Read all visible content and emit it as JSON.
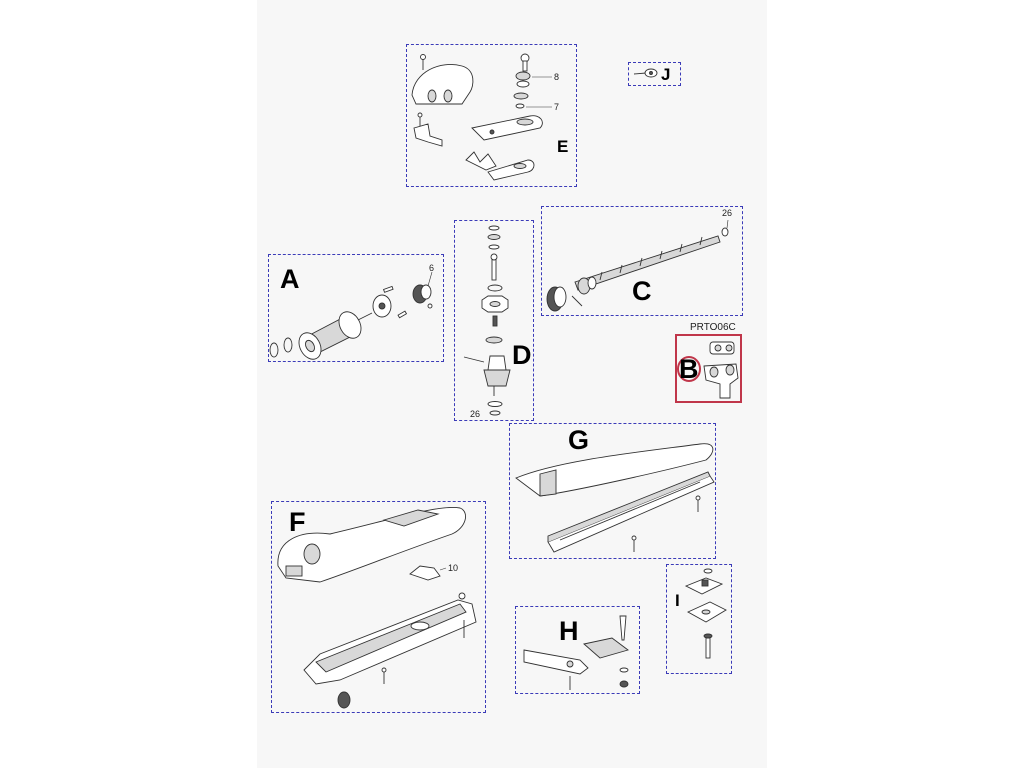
{
  "diagram": {
    "groups": [
      {
        "id": "E",
        "label": "E"
      },
      {
        "id": "J",
        "label": "J"
      },
      {
        "id": "A",
        "label": "A"
      },
      {
        "id": "D",
        "label": "D"
      },
      {
        "id": "C",
        "label": "C"
      },
      {
        "id": "B",
        "label": "B",
        "code": "PRTO06C"
      },
      {
        "id": "G",
        "label": "G"
      },
      {
        "id": "F",
        "label": "F"
      },
      {
        "id": "H",
        "label": "H"
      },
      {
        "id": "I",
        "label": "I"
      }
    ],
    "callouts": {
      "e_8": "8",
      "e_7": "7",
      "a_6": "6",
      "c_26": "26",
      "d_26": "26",
      "f_10": "10"
    }
  }
}
